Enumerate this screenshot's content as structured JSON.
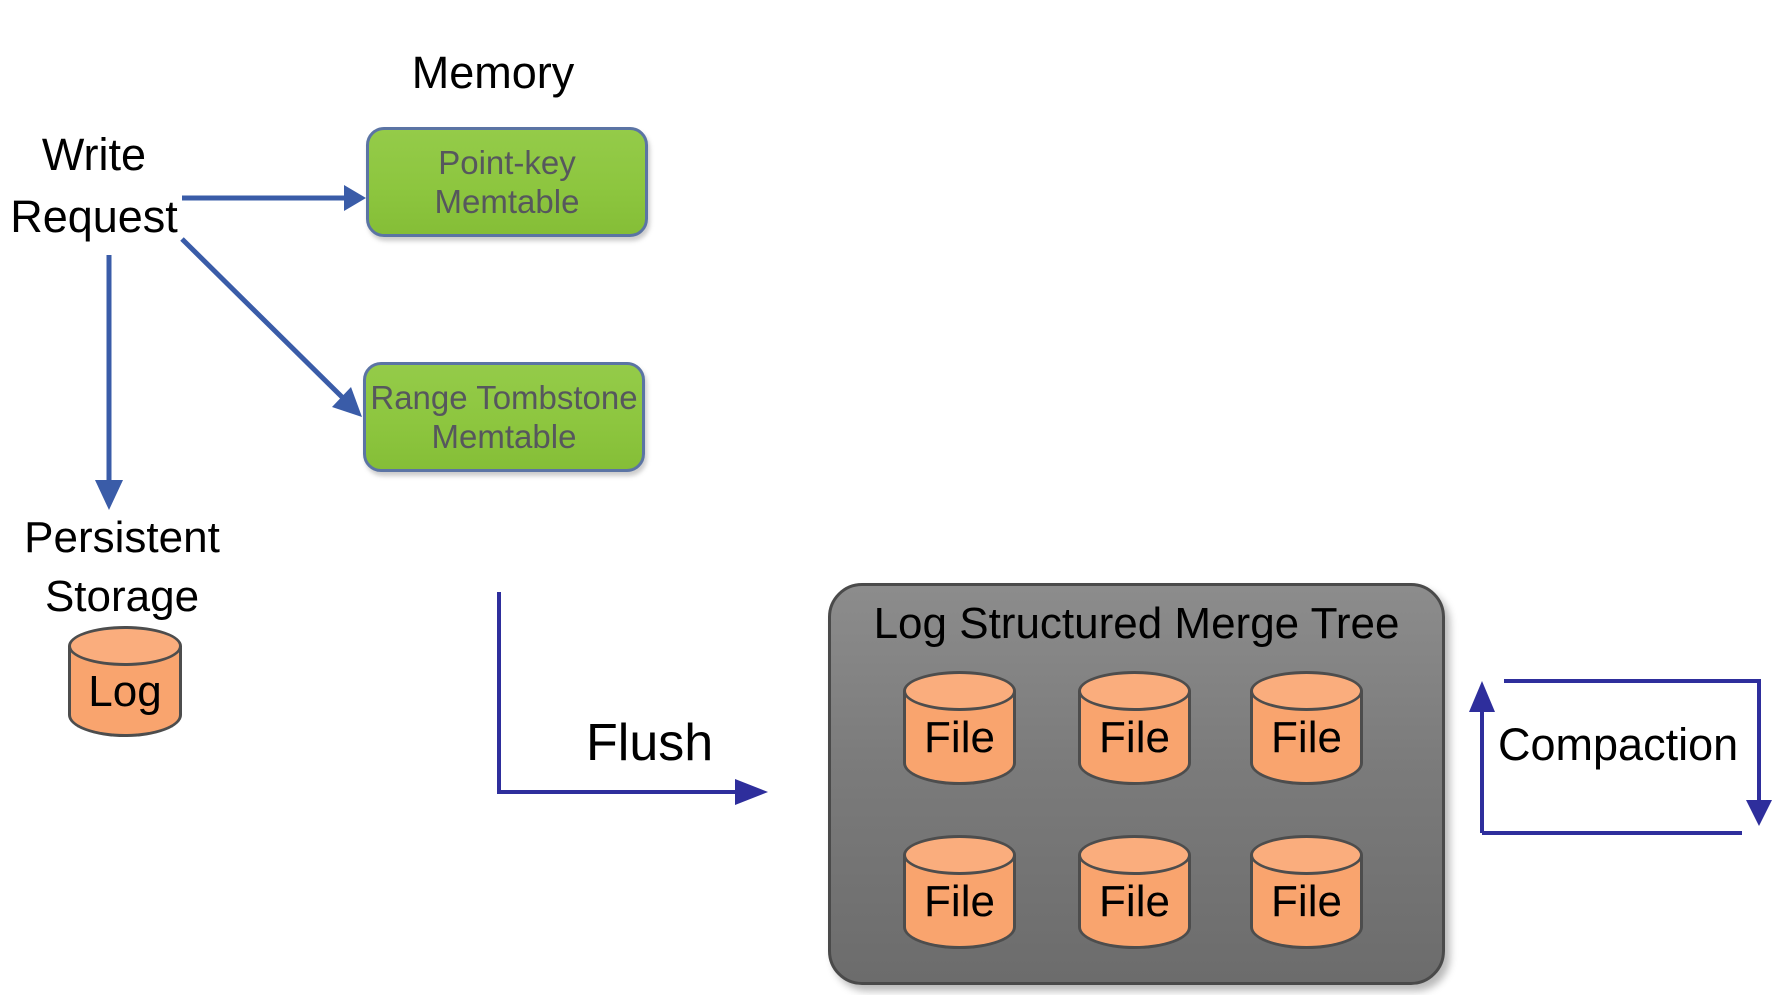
{
  "memory_title": "Memory",
  "write_request": {
    "line1": "Write",
    "line2": "Request"
  },
  "boxes": {
    "point_key": {
      "line1": "Point-key",
      "line2": "Memtable"
    },
    "range_tombstone": {
      "line1": "Range Tombstone",
      "line2": "Memtable"
    }
  },
  "storage": {
    "line1": "Persistent",
    "line2": "Storage"
  },
  "log_label": "Log",
  "lsm": {
    "title": "Log Structured Merge Tree",
    "files": [
      "File",
      "File",
      "File",
      "File",
      "File",
      "File"
    ]
  },
  "flush_label": "Flush",
  "compaction_label": "Compaction",
  "colors": {
    "write_arrow": "#3A5CA8",
    "flow_arrow": "#2E2E9C",
    "memtable_fill": "#8DC63F",
    "memtable_border": "#5B74A4",
    "memtable_text": "#56575D",
    "cylinder_fill": "#F9A46E",
    "cylinder_border": "#4D4D4D",
    "lsm_fill": "#7B7B7B",
    "lsm_border": "#4A4A4A",
    "text": "#000000",
    "background": "#FFFFFF"
  }
}
